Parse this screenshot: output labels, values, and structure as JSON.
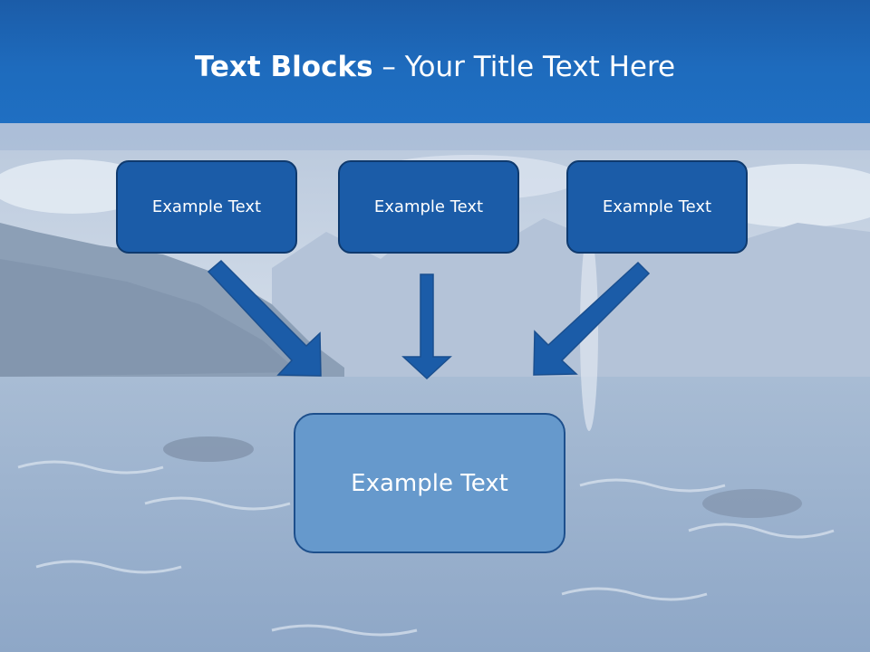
{
  "header": {
    "title_bold": "Text Blocks",
    "title_dash": " – ",
    "title_rest": "Your Title Text Here"
  },
  "diagram": {
    "source_boxes": [
      {
        "label": "Example Text"
      },
      {
        "label": "Example Text"
      },
      {
        "label": "Example Text"
      }
    ],
    "target_box": {
      "label": "Example Text"
    }
  },
  "colors": {
    "header_blue": "#1e6bbd",
    "box_dark": "#1b5ca8",
    "box_light": "#6699cc",
    "arrow": "#1b5ca8"
  }
}
